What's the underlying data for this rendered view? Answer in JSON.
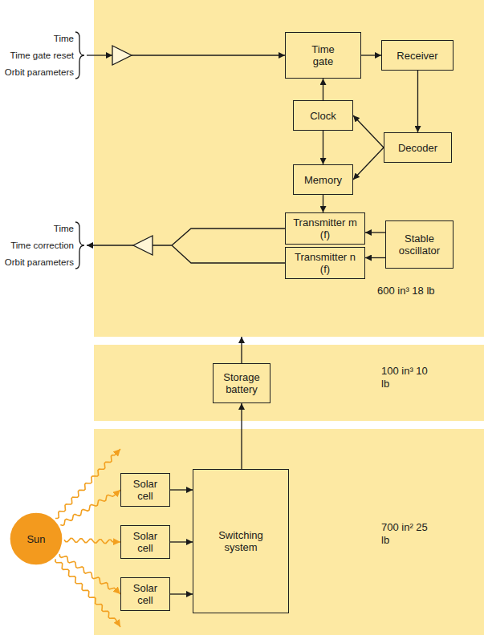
{
  "diagram": {
    "nodes": [
      {
        "text": [
          "600 in³ 18 lb"
        ]
      },
      {
        "text": [
          "Time gate"
        ],
        "in": 0
      },
      {
        "text": [
          "Receiver"
        ],
        "in": 0
      },
      {
        "text": [
          "Clock"
        ],
        "in": 0
      },
      {
        "text": [
          "Decoder"
        ],
        "in": 0
      },
      {
        "text": [
          "Memory"
        ],
        "in": 0
      },
      {
        "text": [
          "Transmitter m (f)"
        ],
        "in": 0
      },
      {
        "text": [
          "Stable oscillator"
        ],
        "in": 0
      },
      {
        "text": [
          "Transmitter n (f)"
        ],
        "in": 0
      },
      {
        "text": [
          "100 in³ 10 lb"
        ]
      },
      {
        "text": [
          "Storage battery"
        ],
        "in": 9
      },
      {
        "text": [
          "700 in² 25 lb"
        ]
      },
      {
        "text": [
          "Sun"
        ]
      },
      {
        "text": [
          "Solar cell"
        ],
        "in": 11
      },
      {
        "text": [
          "Solar cell"
        ],
        "in": 11
      },
      {
        "text": [
          "Solar cell"
        ],
        "in": 11
      },
      {
        "text": [
          "Switching system"
        ],
        "in": 11
      }
    ],
    "edges": [
      {
        "from": 1,
        "to": 2,
        "arrow": "to"
      },
      {
        "from": 2,
        "to": 4,
        "arrow": "to"
      },
      {
        "from": 4,
        "to": 3,
        "arrow": "to"
      },
      {
        "from": 4,
        "to": 5,
        "arrow": "to"
      },
      {
        "from": 3,
        "to": 1,
        "arrow": "to"
      },
      {
        "from": 3,
        "to": 5,
        "arrow": "to"
      },
      {
        "from": 5,
        "to": 6,
        "arrow": "to"
      },
      {
        "from": 7,
        "to": 6,
        "arrow": "to"
      },
      {
        "from": 7,
        "to": 8,
        "arrow": "to"
      },
      {
        "from": 10,
        "to": 0,
        "arrow": "to"
      },
      {
        "from": 16,
        "to": 10,
        "arrow": "to"
      },
      {
        "from": 13,
        "to": 16,
        "arrow": "to"
      },
      {
        "from": 14,
        "to": 16,
        "arrow": "to"
      },
      {
        "from": 15,
        "to": 16,
        "arrow": "to"
      },
      {
        "from": 12,
        "to": 13,
        "arrow": "to"
      },
      {
        "from": 12,
        "to": 14,
        "arrow": "to"
      },
      {
        "from": 12,
        "to": 15,
        "arrow": "to"
      }
    ],
    "labels": [
      "Time",
      "Time gate reset",
      "Orbit parameters",
      "Time",
      "Time correction",
      "Orbit parameters"
    ]
  }
}
